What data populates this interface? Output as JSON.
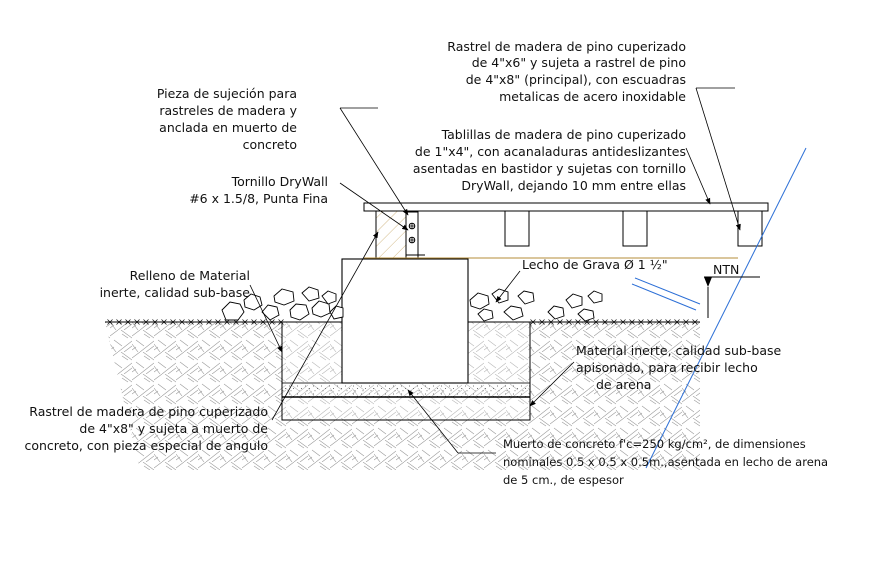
{
  "labels": {
    "rastrel_principal": [
      "Rastrel de madera de pino cuperizado",
      "de 4\"x6\" y sujeta a rastrel de pino",
      "de 4\"x8\" (principal), con escuadras",
      "metalicas de acero inoxidable"
    ],
    "pieza_sujecion": [
      "Pieza de sujeción para",
      "rastreles de madera y",
      "anclada en muerto de",
      "concreto"
    ],
    "tablillas": [
      "Tablillas de madera de pino cuperizado",
      "de 1\"x4\", con acanaladuras antideslizantes",
      "asentadas en bastidor y sujetas con tornillo",
      "DryWall, dejando 10 mm entre ellas"
    ],
    "tornillo": [
      "Tornillo DryWall",
      "#6 x 1.5/8, Punta Fina"
    ],
    "lecho_grava": "Lecho de Grava Ø 1 ½\"",
    "ntn": "NTN",
    "relleno": [
      "Relleno de Material",
      "inerte, calidad sub-base"
    ],
    "material_inerte": [
      "Material inerte, calidad sub-base",
      "apisonado, para recibir lecho",
      "de arena"
    ],
    "rastrel_4x8": [
      "Rastrel de madera de pino cuperizado",
      "de 4\"x8\" y sujeta a muerto de",
      "concreto, con pieza especial de angulo"
    ],
    "muerto_concreto": [
      "Muerto de concreto f'c=250 kg/cm², de dimensiones",
      "nominales 0.5 x 0.5 x 0.5m.,asentada en lecho de arena",
      "de 5 cm., de espesor"
    ]
  }
}
